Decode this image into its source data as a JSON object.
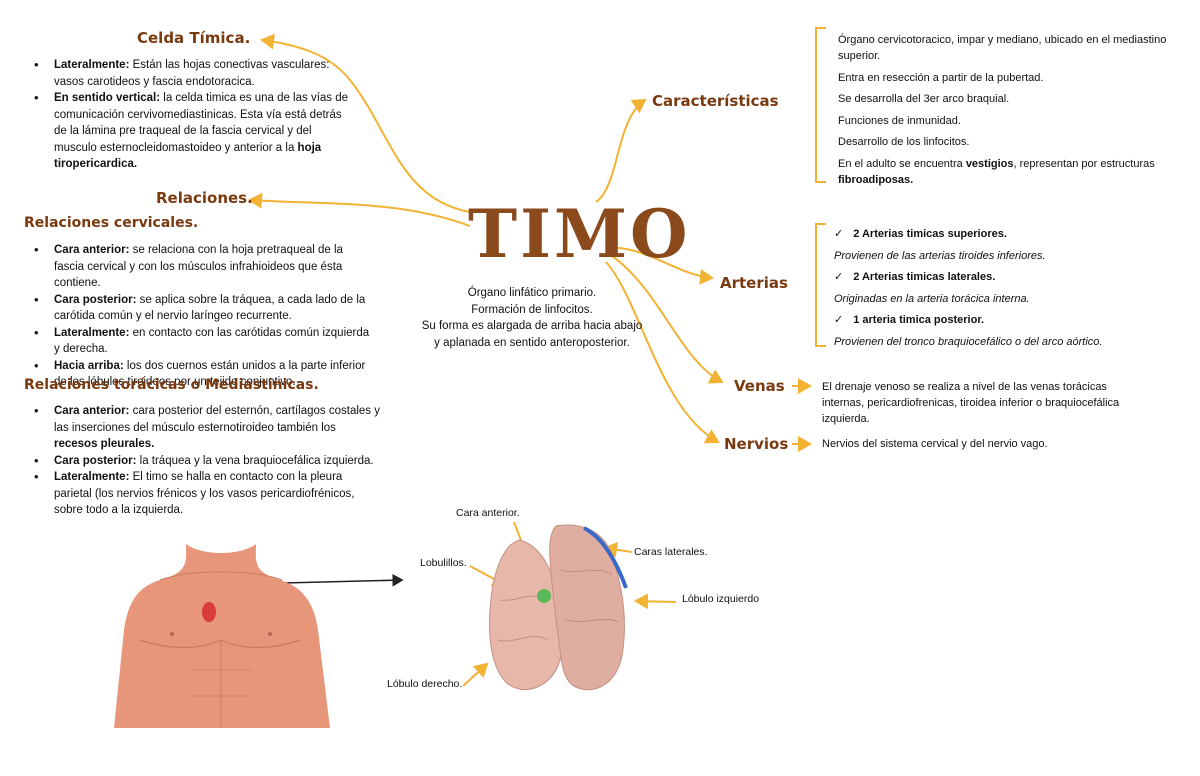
{
  "title": "TIMO",
  "center_desc": [
    "Órgano linfático primario.",
    "Formación de linfocitos.",
    "Su forma es alargada de arriba hacia abajo",
    "y aplanada en sentido anteroposterior."
  ],
  "celda": {
    "heading": "Celda Tímica.",
    "items": [
      {
        "bold": "Lateralmente:",
        "text": " Están las hojas conectivas vasculares: vasos carotideos y fascia endotoracica."
      },
      {
        "bold": "En sentido vertical:",
        "text": " la celda timica es una de las vías de comunicación cervivomediastinicas. Esta vía está detrás de la lámina pre traqueal de la fascia cervical y del musculo esternocleidomastoideo y anterior a la ",
        "bold2": "hoja tiropericardica."
      }
    ]
  },
  "relaciones": {
    "heading": "Relaciones.",
    "cervicales_heading": "Relaciones cervicales.",
    "cervicales": [
      {
        "bold": "Cara anterior:",
        "text": " se relaciona con la hoja pretraqueal de la fascia cervical y con los músculos infrahioideos que ésta contiene."
      },
      {
        "bold": "Cara posterior:",
        "text": " se aplica sobre la tráquea, a cada lado de la carótida común y el nervio laríngeo recurrente."
      },
      {
        "bold": "Lateralmente:",
        "text": " en contacto con las carótidas común izquierda y derecha."
      },
      {
        "bold": "Hacia arriba:",
        "text": " los dos cuernos están unidos a la parte inferior"
      },
      {
        "bold": "",
        "text": "de los lóbulos tiroideos por un tejido conjuntivo."
      }
    ],
    "toracicas_heading": "Relaciones torácicas o Mediastinicas.",
    "toracicas": [
      {
        "bold": "Cara anterior:",
        "text": " cara posterior del esternón, cartílagos costales y las inserciones del músculo esternotiroideo también los ",
        "bold2": "recesos pleurales."
      },
      {
        "bold": "Cara posterior:",
        "text": " la tráquea y la vena braquiocefálica izquierda."
      },
      {
        "bold": "Lateralmente:",
        "text": " El timo se halla en contacto con la pleura parietal (los nervios frénicos y los vasos pericardiofrénicos, sobre todo a la izquierda."
      }
    ]
  },
  "caracteristicas": {
    "heading": "Características",
    "items": [
      {
        "text": "Órgano cervicotoracico, impar y mediano, ubicado en el mediastino superior."
      },
      {
        "text": "Entra en resección a partir de la pubertad."
      },
      {
        "text": "Se desarrolla del 3er arco braquial."
      },
      {
        "text": "Funciones de inmunidad."
      },
      {
        "text": "Desarrollo de los linfocitos."
      },
      {
        "text": " En el adulto se encuentra ",
        "bold": "vestigios",
        "text2": ", representan por estructuras ",
        "bold2": "fibroadiposas."
      }
    ]
  },
  "arterias": {
    "heading": "Arterias",
    "items": [
      {
        "check": "2 Arterias timicas superiores.",
        "origin": "Provienen de las arterias tiroides inferiores."
      },
      {
        "check": "2 Arterias timicas laterales.",
        "origin": "Originadas en la arteria torácica interna."
      },
      {
        "check": "1 arteria timica posterior.",
        "origin": "Provienen del tronco braquiocefálico o del arco aórtico."
      }
    ]
  },
  "venas": {
    "heading": "Venas",
    "text": "El drenaje venoso se realiza a nivel de las venas torácicas internas, pericardiofrenicas, tiroidea inferior o braquiocefálica izquierda."
  },
  "nervios": {
    "heading": "Nervios",
    "text": "Nervios del sistema cervical y del nervio vago."
  },
  "figure_labels": {
    "cara_anterior": "Cara anterior.",
    "lobulillos": "Lobulillos.",
    "caras_laterales": "Caras laterales.",
    "lobulo_izquierdo": "Lóbulo izquierdo",
    "lobulo_derecho": "Lóbulo derecho."
  },
  "colors": {
    "accent": "#7a3a10",
    "arrow": "#f2b233",
    "title": "#8a4a1c"
  }
}
